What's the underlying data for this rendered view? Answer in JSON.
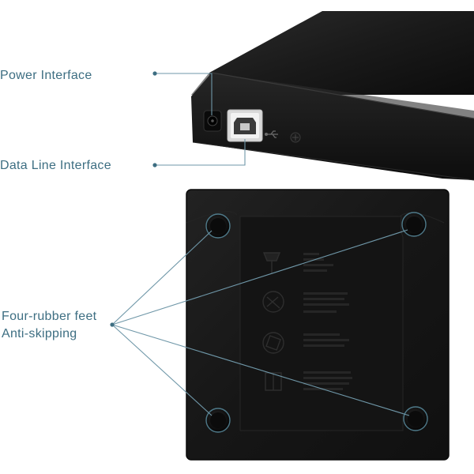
{
  "callouts": {
    "power_interface": "Power Interface",
    "data_line_interface": "Data Line Interface",
    "feet_line1": "Four-rubber feet",
    "feet_line2": "Anti-skipping"
  },
  "colors": {
    "callout_text": "#3d6e82",
    "leader_line": "#6f97a8",
    "device_body": "#141414",
    "usb_port": "#e8e8e8"
  },
  "icons": {
    "usb_symbol": "usb-icon",
    "warning_symbol": "recycle-bin-icon"
  }
}
